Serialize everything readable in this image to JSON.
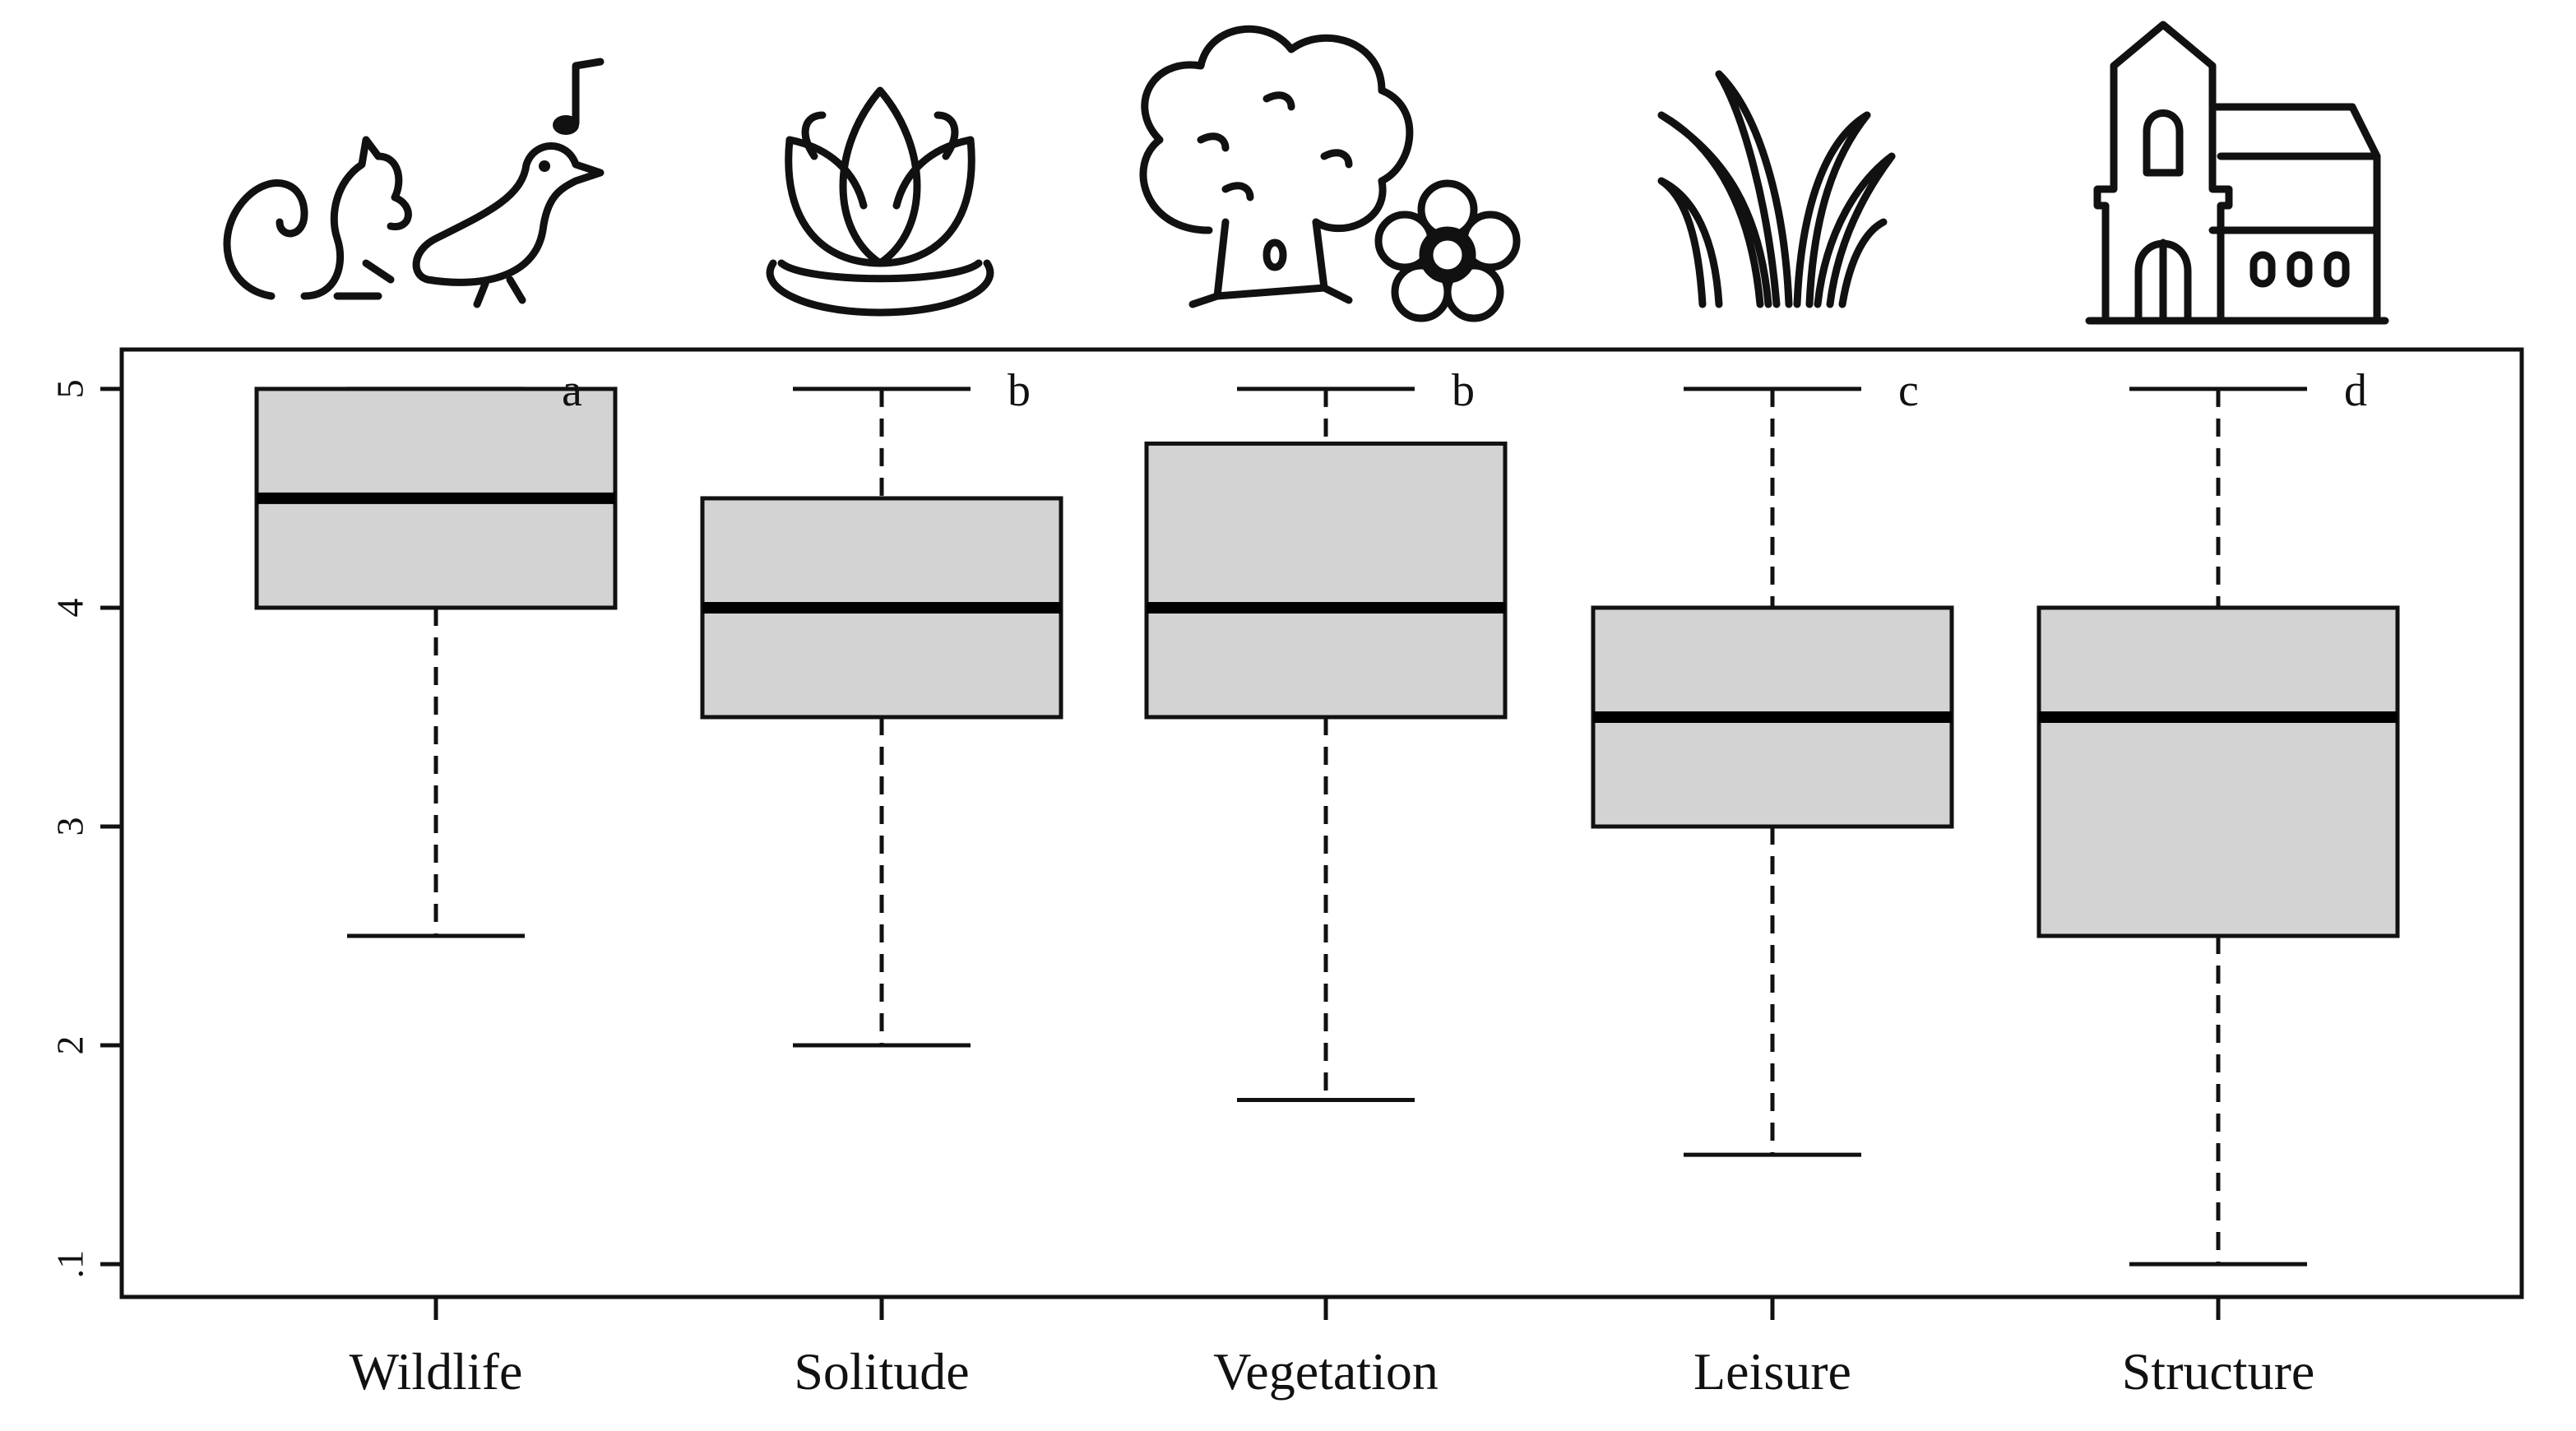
{
  "chart_data": {
    "type": "box",
    "categories": [
      "Wildlife",
      "Solitude",
      "Vegetation",
      "Leisure",
      "Structure"
    ],
    "boxes": [
      {
        "category": "Wildlife",
        "min": 2.5,
        "q1": 4.0,
        "median": 4.5,
        "q3": 5.0,
        "max": 5.0,
        "group": "a",
        "icon": "squirrel-bird-icon"
      },
      {
        "category": "Solitude",
        "min": 2.0,
        "q1": 3.5,
        "median": 4.0,
        "q3": 4.5,
        "max": 5.0,
        "group": "b",
        "icon": "lotus-icon"
      },
      {
        "category": "Vegetation",
        "min": 1.75,
        "q1": 3.5,
        "median": 4.0,
        "q3": 4.75,
        "max": 5.0,
        "group": "b",
        "icon": "tree-flower-icon"
      },
      {
        "category": "Leisure",
        "min": 1.5,
        "q1": 3.0,
        "median": 3.5,
        "q3": 4.0,
        "max": 5.0,
        "group": "c",
        "icon": "grass-icon"
      },
      {
        "category": "Structure",
        "min": 1.0,
        "q1": 2.5,
        "median": 3.5,
        "q3": 4.0,
        "max": 5.0,
        "group": "d",
        "icon": "church-icon"
      }
    ],
    "yticks": [
      1,
      2,
      3,
      4,
      5
    ],
    "ytick_labels": [
      ".1",
      "2",
      "3",
      "4",
      "5"
    ],
    "ylim": [
      0.85,
      5.18
    ],
    "xlabel": "",
    "ylabel": "",
    "title": "",
    "box_fill": "#d3d3d3",
    "grid": false
  }
}
